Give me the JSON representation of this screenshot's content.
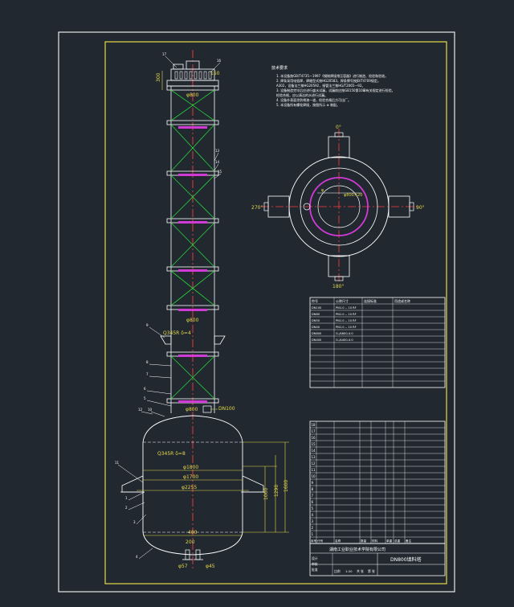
{
  "colors": {
    "background": "#212830",
    "outer_border": "#e8e8e8",
    "frame": "#e6d84a",
    "linework": "#ffffff",
    "centerline": "#ff3b3b",
    "packing_cross": "#27d13a",
    "distributor": "#d23ad6",
    "dimension": "#e6d84a",
    "table_line": "#ffffff"
  },
  "column": {
    "top_dims": {
      "height": "300",
      "nozzle": "150"
    },
    "top_label": "φ800",
    "mid_label": "φ800",
    "support_label": "Q345R  δ=4",
    "base_label": "φ800",
    "nozzle_tag": "DN100"
  },
  "vessel": {
    "material": "Q345R  δ=8",
    "dims": {
      "d1": "φ1800",
      "d2": "φ1700",
      "d3": "φ2255",
      "bottom_nozzle": "400",
      "outlet_a": "φ57",
      "outlet_b": "φ45",
      "outlet_c": "200",
      "h1": "1000",
      "h2": "1290",
      "h3": "1600"
    },
    "callouts": [
      "11",
      "1",
      "2",
      "3",
      "4",
      "5",
      "6",
      "7",
      "8",
      "9",
      "10",
      "12",
      "13",
      "14",
      "15",
      "16",
      "17"
    ]
  },
  "plan_view": {
    "angles": [
      "0°",
      "90°",
      "180°",
      "270°"
    ],
    "labels": [
      "φ",
      "φ800×20"
    ]
  },
  "notes_title": "技术要求",
  "notes": [
    "1. 本设备按GB/T4735—1997《钢制焊接常压容器》进行制造、检验和验收。",
    "2. 焊条采用电弧焊，焊缝型式按HG20583，焊条牌号按JB/T4709规定。",
    "A302，设备法兰按HG20592，接管法兰按HG/T2065—92。",
    "3. 设备制造完毕后应进行盛水试漏，试漏前应按GB150第10章有关规定进行检验。",
    "检验合格，应以清洁的水进行试漏。",
    "4. 设备外表面涂防锈漆一道，检验合格后方可出厂。",
    "5. 本设备所有螺栓焊接，按图所示 ⊕ 装配。"
  ],
  "nozzle_table": {
    "headers": [
      "符号",
      "公称尺寸",
      "连接标准",
      "用途或名称"
    ],
    "rows": [
      [
        "DN100",
        "PN1.0 -- 10 RF",
        "",
        ""
      ],
      [
        "DN80",
        "PN1.0 -- 10 RF",
        "",
        ""
      ],
      [
        "DN50",
        "PN1.0 -- 10 RF",
        "",
        ""
      ],
      [
        "DN40",
        "PN1.0 -- 10 RF",
        "",
        ""
      ],
      [
        "DN600",
        "G-/A600-4.0",
        "",
        ""
      ],
      [
        "DN400",
        "G-/A400-4.0",
        "",
        ""
      ]
    ],
    "blank_rows": 7
  },
  "parts_list": {
    "row_numbers": [
      "18",
      "17",
      "16",
      "15",
      "14",
      "13",
      "12",
      "11",
      "10",
      "9",
      "8",
      "7",
      "6",
      "5",
      "4",
      "3",
      "2",
      "1"
    ],
    "footer": [
      "序号",
      "代号",
      "名称",
      "数量",
      "材料",
      "单重",
      "总重",
      "备注"
    ],
    "company": "湖南工业职业技术学院有限公司",
    "drawing_title": "DN800填料塔",
    "scale_row": [
      "比例",
      "1:20",
      "共 张",
      "第 张"
    ],
    "sign_row": [
      "设计",
      "审核",
      "批准"
    ]
  }
}
